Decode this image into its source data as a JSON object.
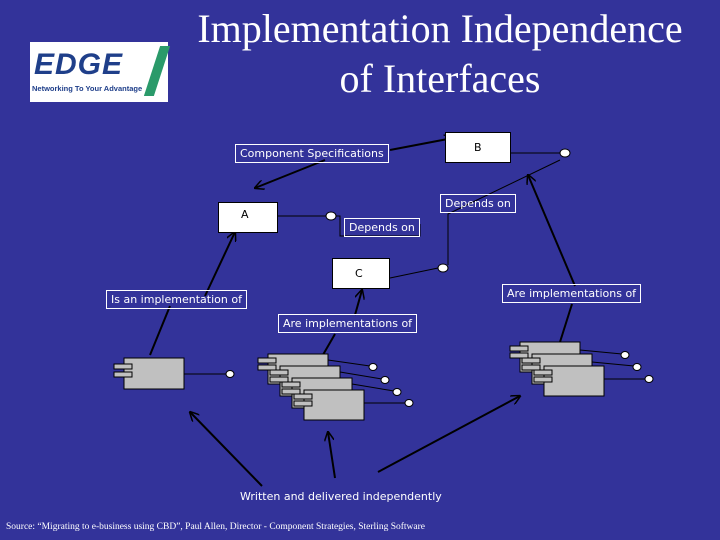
{
  "title_line1": "Implementation Independence",
  "title_line2": "of Interfaces",
  "logo": {
    "name": "EDGE",
    "tagline": "Networking To Your Advantage"
  },
  "labels": {
    "component_specifications": "Component Specifications",
    "depends_on_1": "Depends on",
    "depends_on_2": "Depends on",
    "is_an_implementation_of": "Is an implementation of",
    "are_implementations_of_1": "Are implementations of",
    "are_implementations_of_2": "Are implementations of",
    "written_delivered": "Written and delivered independently"
  },
  "interfaces": {
    "a": "A",
    "b": "B",
    "c": "C"
  },
  "footnote": "Source: “Migrating to  e-business using CBD”, Paul Allen, Director - Component Strategies, Sterling Software",
  "colors": {
    "background": "#33339a",
    "text": "#ffffff",
    "component_fill": "#c0c0c0"
  }
}
